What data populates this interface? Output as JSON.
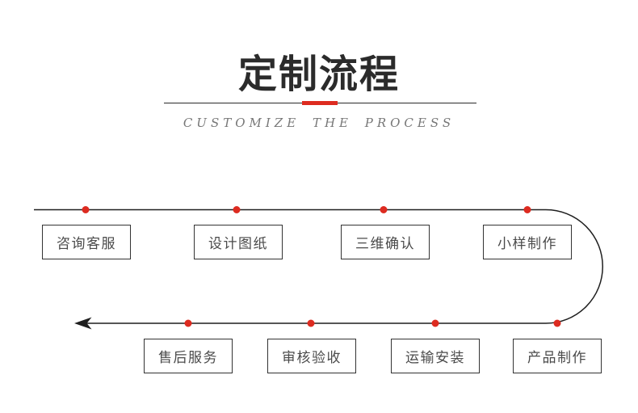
{
  "header": {
    "title": "定制流程",
    "subtitle": "CUSTOMIZE THE PROCESS"
  },
  "colors": {
    "accent_red": "#dd2b20",
    "flow_line": "#1f1f1f",
    "divider_line": "#2b2b2b",
    "title_text": "#2b2b2b",
    "subtitle_text": "#777777",
    "box_border": "#333333",
    "box_text": "#4a4a4a",
    "background": "#ffffff"
  },
  "flow": {
    "top_row": [
      "咨询客服",
      "设计图纸",
      "三维确认",
      "小样制作"
    ],
    "bottom_row": [
      "售后服务",
      "审核验收",
      "运输安装",
      "产品制作"
    ]
  }
}
